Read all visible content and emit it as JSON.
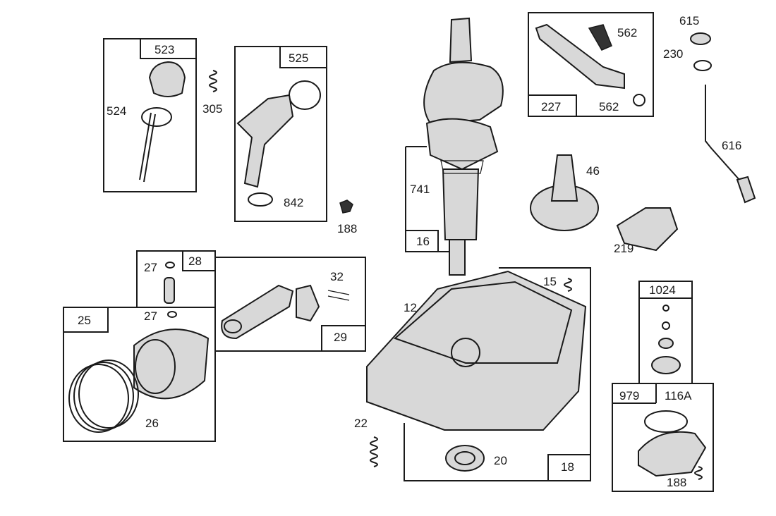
{
  "parts": {
    "p523": "523",
    "p524": "524",
    "p305": "305",
    "p525": "525",
    "p842": "842",
    "p188a": "188",
    "p741": "741",
    "p16": "16",
    "p227": "227",
    "p562a": "562",
    "p562b": "562",
    "p615": "615",
    "p230": "230",
    "p616": "616",
    "p46": "46",
    "p219": "219",
    "p27a": "27",
    "p28": "28",
    "p27b": "27",
    "p32": "32",
    "p29": "29",
    "p25": "25",
    "p26": "26",
    "p12": "12",
    "p15": "15",
    "p22": "22",
    "p20": "20",
    "p18": "18",
    "p1024": "1024",
    "p979": "979",
    "p116A": "116A",
    "p188b": "188"
  }
}
